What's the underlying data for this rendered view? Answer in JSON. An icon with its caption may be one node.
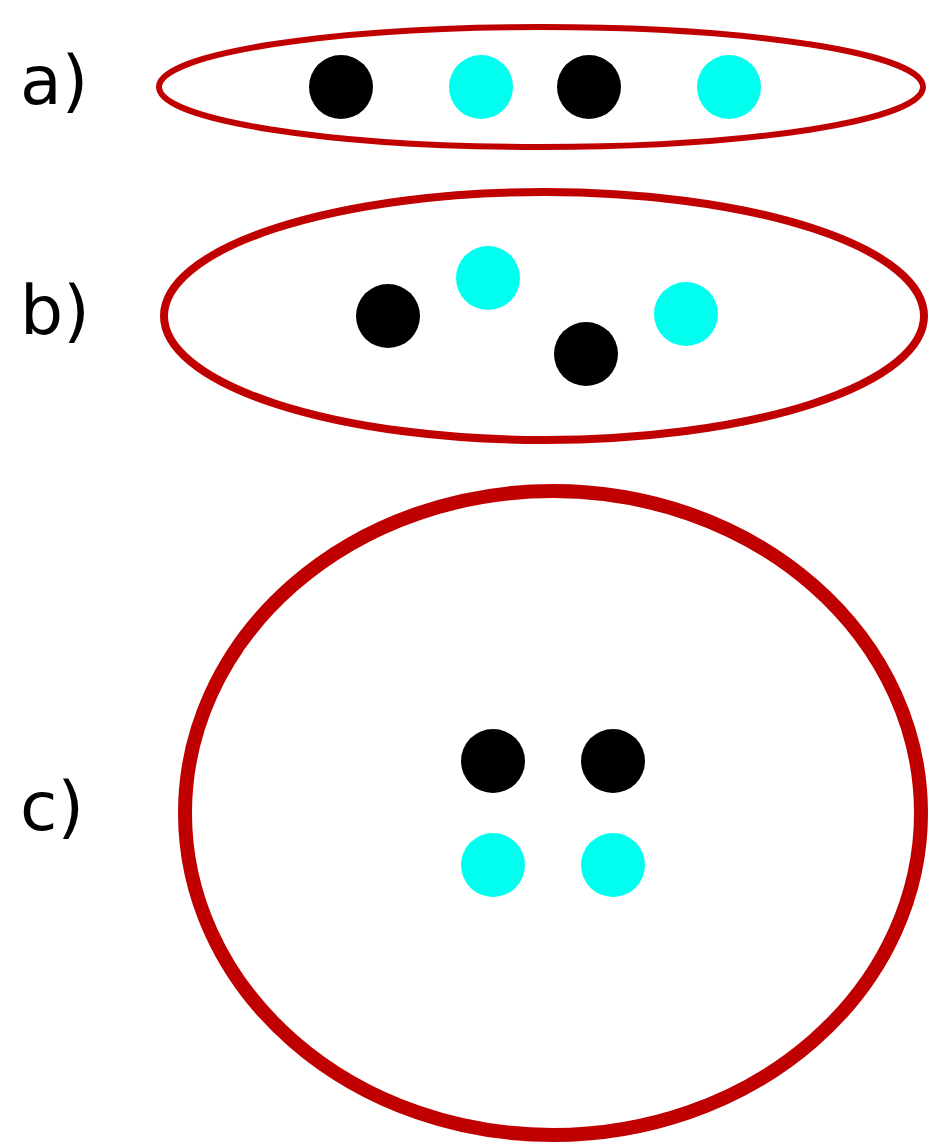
{
  "diagram": {
    "nodes": [
      {
        "text": [
          "a)"
        ]
      },
      {
        "text": [
          "b)"
        ]
      },
      {
        "text": [
          "c)"
        ]
      }
    ]
  }
}
